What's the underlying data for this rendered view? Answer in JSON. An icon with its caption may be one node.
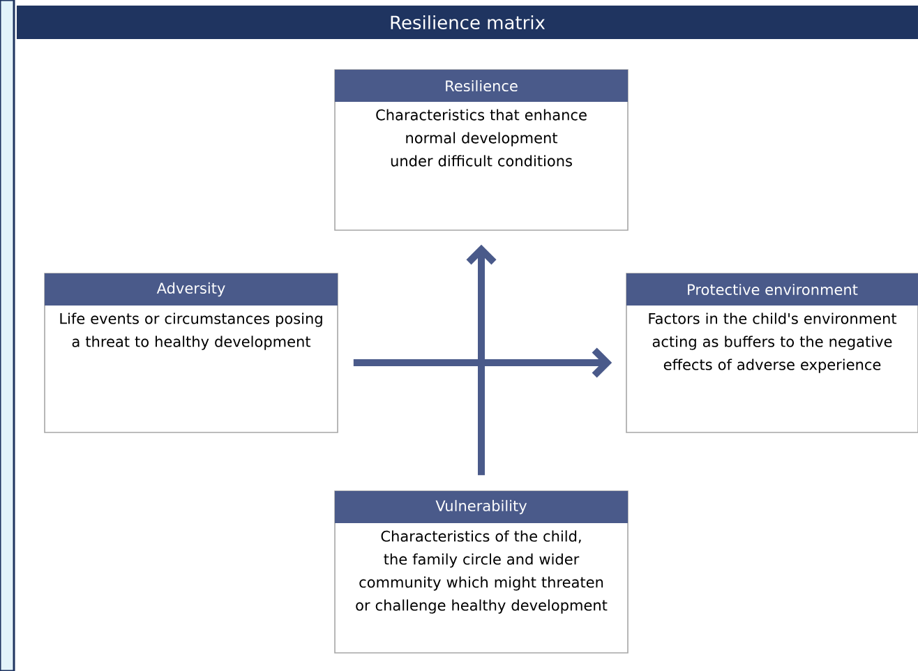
{
  "diagram": {
    "title": "Resilience matrix",
    "nodes": [
      {
        "text": [
          "Resilience",
          "Characteristics that enhance normal development under difficult conditions"
        ]
      },
      {
        "text": [
          "Adversity",
          "Life events or circumstances posing a threat to healthy development"
        ]
      },
      {
        "text": [
          "Protective environment",
          "Factors in the child's environment acting as buffers to the negative effects of adverse experience"
        ]
      },
      {
        "text": [
          "Vulnerability",
          "Characteristics of the child, the family circle and wider community which might threaten or challenge healthy development"
        ]
      }
    ],
    "edges": [
      {
        "from": 1,
        "to": 2,
        "arrow": "to"
      },
      {
        "from": 3,
        "to": 0,
        "arrow": "to"
      }
    ]
  }
}
